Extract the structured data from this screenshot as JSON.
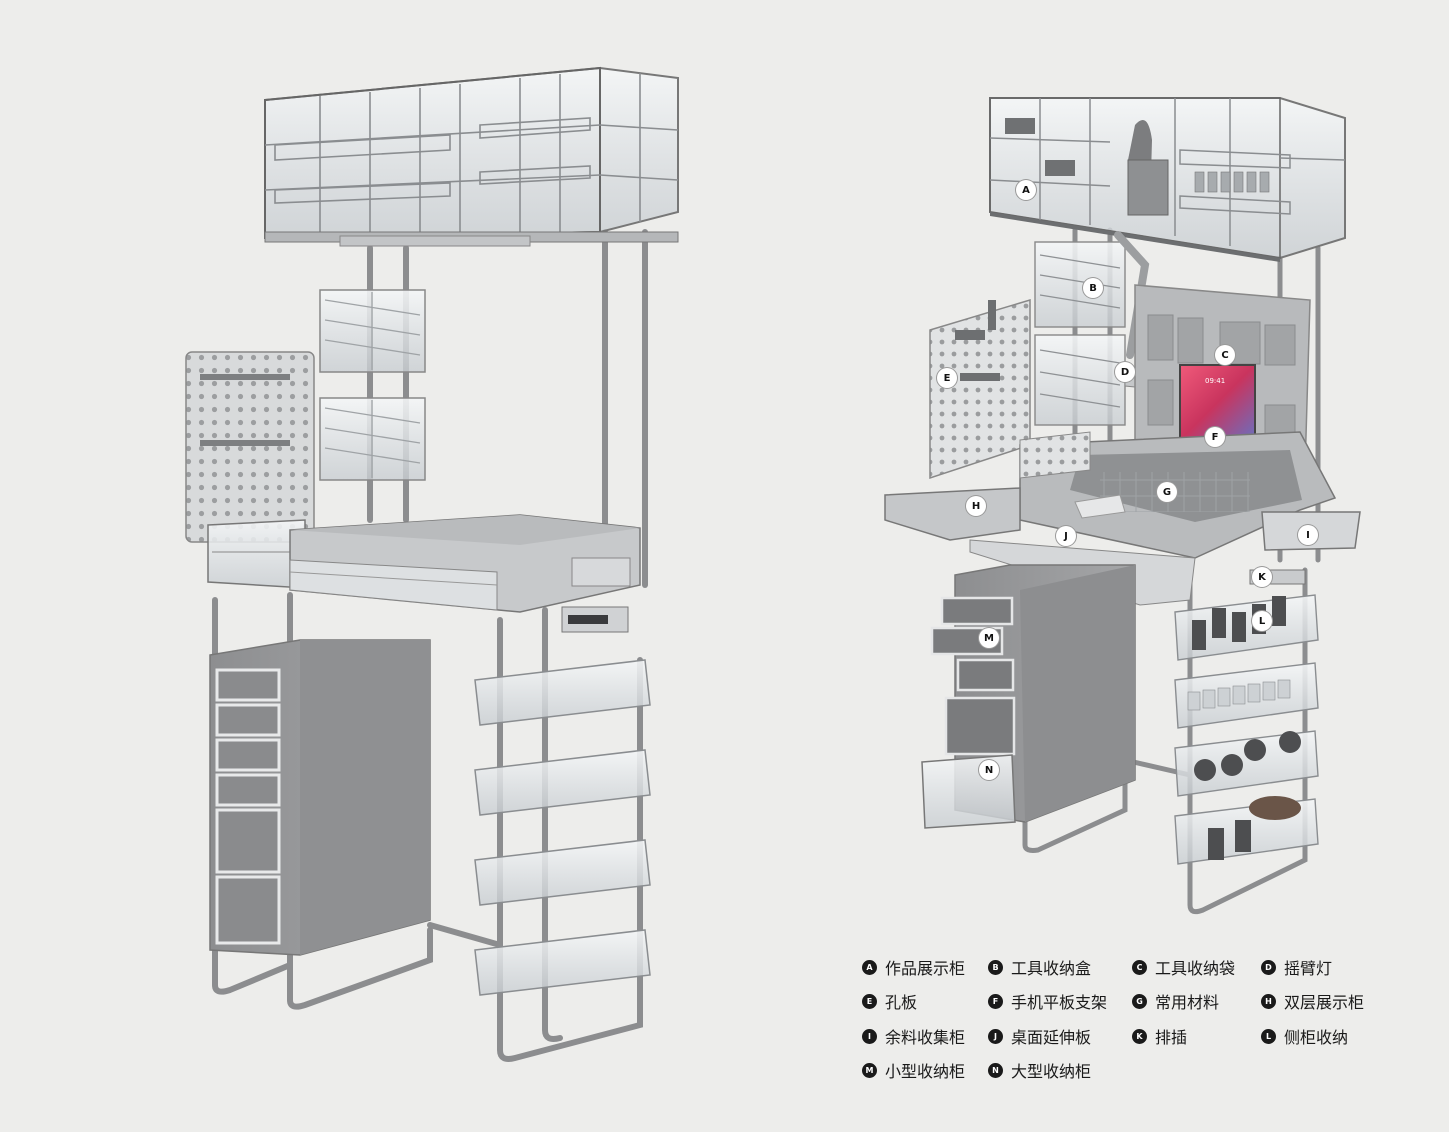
{
  "legend": [
    {
      "letter": "A",
      "text": "作品展示柜"
    },
    {
      "letter": "B",
      "text": "工具收纳盒"
    },
    {
      "letter": "C",
      "text": "工具收纳袋"
    },
    {
      "letter": "D",
      "text": "摇臂灯"
    },
    {
      "letter": "E",
      "text": "孔板"
    },
    {
      "letter": "F",
      "text": "手机平板支架"
    },
    {
      "letter": "G",
      "text": "常用材料"
    },
    {
      "letter": "H",
      "text": "双层展示柜"
    },
    {
      "letter": "I",
      "text": "余料收集柜"
    },
    {
      "letter": "J",
      "text": "桌面延伸板"
    },
    {
      "letter": "K",
      "text": "排插"
    },
    {
      "letter": "L",
      "text": "侧柜收纳"
    },
    {
      "letter": "M",
      "text": "小型收纳柜"
    },
    {
      "letter": "N",
      "text": "大型收纳柜"
    }
  ],
  "callouts": [
    "A",
    "B",
    "C",
    "D",
    "E",
    "F",
    "G",
    "H",
    "I",
    "J",
    "K",
    "L",
    "M",
    "N"
  ],
  "tablet_time": "09:41",
  "colors": {
    "background": "#ededeb",
    "metal": "#8e8f91",
    "panel": "#9a9b9d",
    "glass": "#d9dde0",
    "badge": "#1a1a1a"
  }
}
